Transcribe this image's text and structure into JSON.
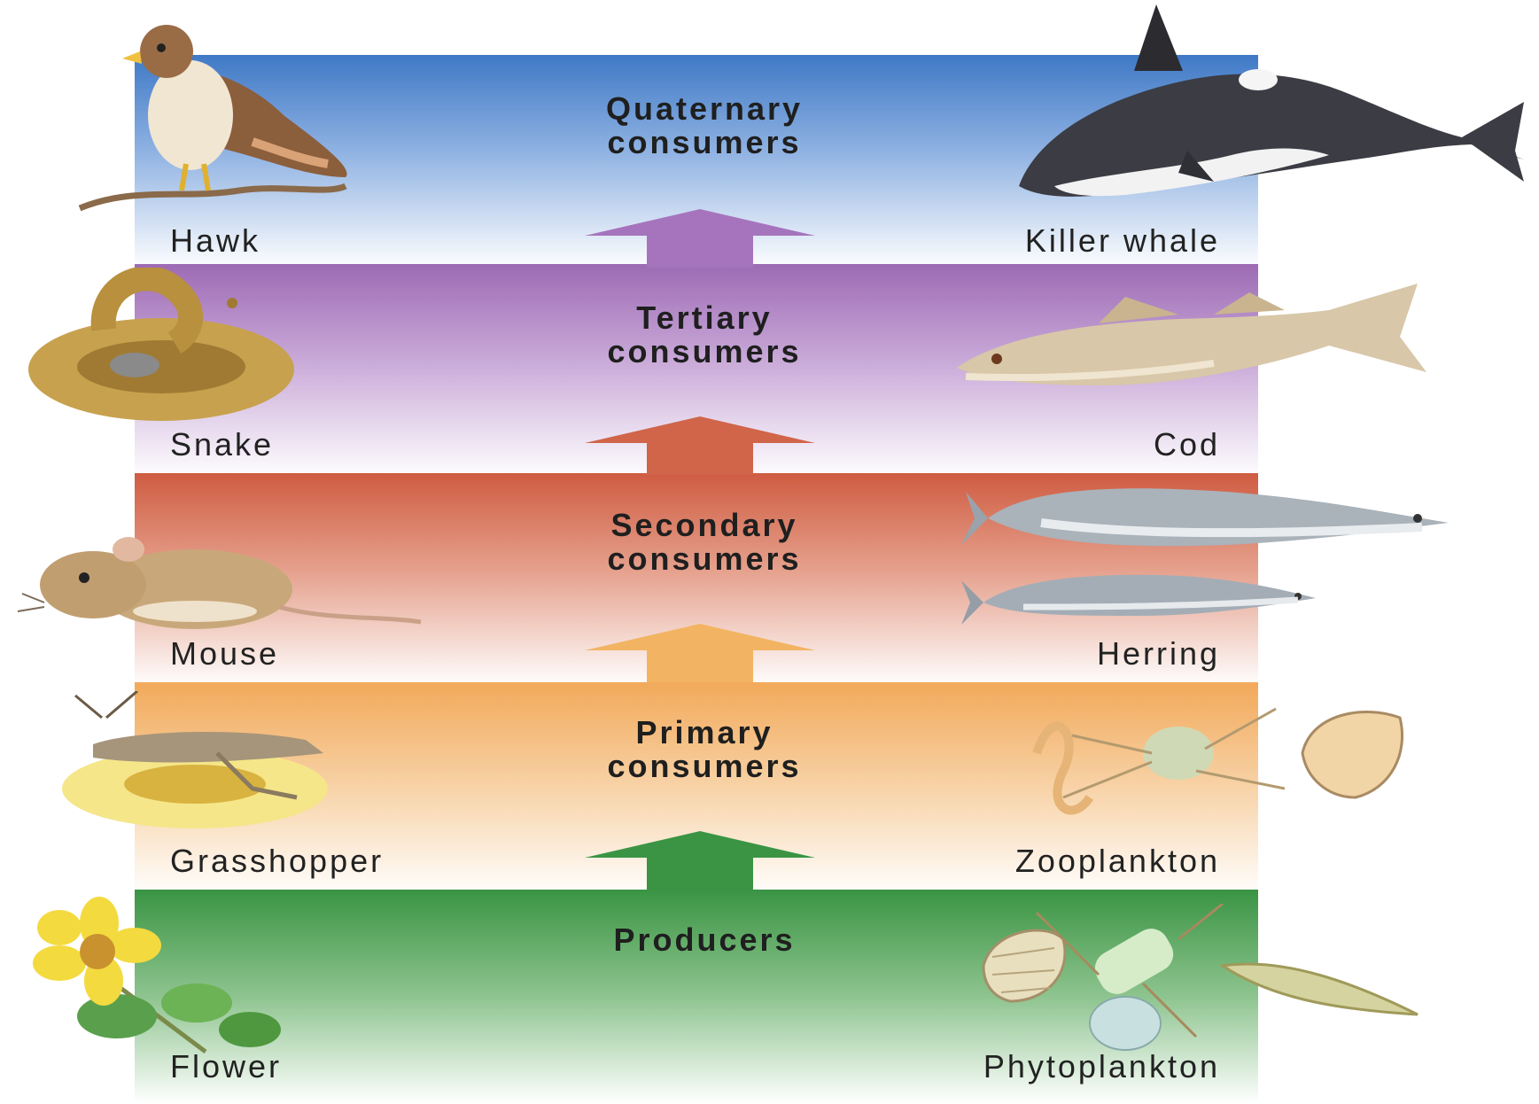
{
  "levels": [
    {
      "id": "quaternary",
      "title": "Quaternary\nconsumers",
      "left": "Hawk",
      "right": "Killer whale",
      "color": "#3f79c6"
    },
    {
      "id": "tertiary",
      "title": "Tertiary\nconsumers",
      "left": "Snake",
      "right": "Cod",
      "color": "#9d6bb4"
    },
    {
      "id": "secondary",
      "title": "Secondary\nconsumers",
      "left": "Mouse",
      "right": "Herring",
      "color": "#cf5c42"
    },
    {
      "id": "primary",
      "title": "Primary\nconsumers",
      "left": "Grasshopper",
      "right": "Zooplankton",
      "color": "#f2a95a"
    },
    {
      "id": "producers",
      "title": "Producers",
      "left": "Flower",
      "right": "Phytoplankton",
      "color": "#3a9444"
    }
  ],
  "arrows": [
    {
      "from": "producers",
      "to": "primary",
      "color": "#3a9444"
    },
    {
      "from": "primary",
      "to": "secondary",
      "color": "#f2b462"
    },
    {
      "from": "secondary",
      "to": "tertiary",
      "color": "#d0654a"
    },
    {
      "from": "tertiary",
      "to": "quaternary",
      "color": "#a674bd"
    }
  ],
  "icons": [
    "hawk-icon",
    "killer-whale-icon",
    "snake-icon",
    "cod-icon",
    "mouse-icon",
    "herring-icon",
    "grasshopper-icon",
    "zooplankton-icon",
    "flower-icon",
    "phytoplankton-icon"
  ]
}
